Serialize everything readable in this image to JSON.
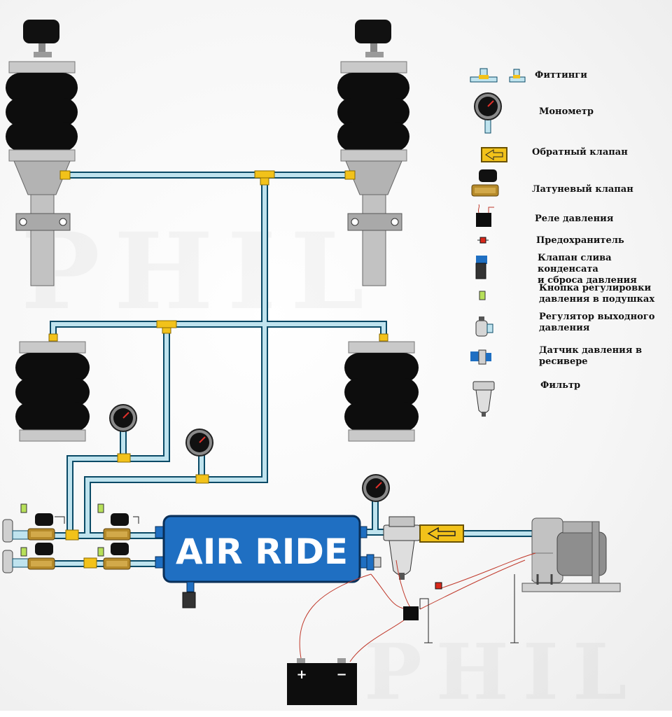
{
  "colors": {
    "pipe": "#bfe3ee",
    "pipe_border": "#0a4a66",
    "fitting": "#f2c21a",
    "receiver": "#1f6fc2",
    "bag": "#111111",
    "strut": "#bcbcbc",
    "brass": "#b58a2a",
    "wire": "#c0392b"
  },
  "receiver": {
    "label": "AIR RIDE"
  },
  "battery": {
    "plus": "+",
    "minus": "−"
  },
  "watermarks": {
    "top": "PHIL",
    "bottom": "PHIL"
  },
  "legend": {
    "items": [
      {
        "icon": "fitting-icon",
        "label": "Фиттинги"
      },
      {
        "icon": "gauge-icon",
        "label": "Монометр"
      },
      {
        "icon": "check-valve-icon",
        "label": "Обратный клапан"
      },
      {
        "icon": "brass-valve-icon",
        "label": "Латуневый клапан"
      },
      {
        "icon": "pressure-relay-icon",
        "label": "Реле давления"
      },
      {
        "icon": "fuse-icon",
        "label": "Предохранитель"
      },
      {
        "icon": "drain-valve-icon",
        "label": "Клапан слива конденсата\nи сброса давления"
      },
      {
        "icon": "adjust-button-icon",
        "label": "Кнопка регулировки\nдавления в подушках"
      },
      {
        "icon": "output-regulator-icon",
        "label": "Регулятор выходного\nдавления"
      },
      {
        "icon": "pressure-sensor-icon",
        "label": "Датчик давления в\nресивере"
      },
      {
        "icon": "filter-icon",
        "label": "Фильтр"
      }
    ]
  }
}
